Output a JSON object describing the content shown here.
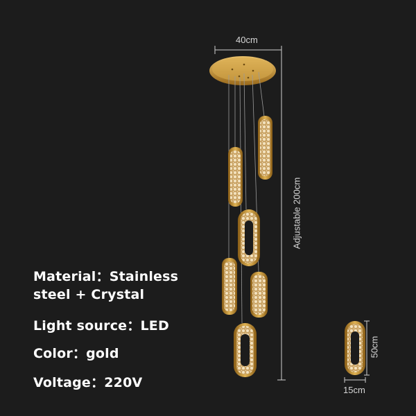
{
  "dimensions": {
    "canopy_width": "40cm",
    "height": "Adjustable 200cm",
    "ring_height": "50cm",
    "ring_width": "15cm"
  },
  "specs": {
    "material_line1": "Material：Stainless",
    "material_line2": "steel + Crystal",
    "light_source": "Light source：LED",
    "color": "Color：gold",
    "voltage": "Voltage：220V"
  },
  "colors": {
    "background": "#1c1c1c",
    "gold": "#c9962e",
    "crystal": "#e8d2a4",
    "dimension_line": "#cfcfcf"
  }
}
